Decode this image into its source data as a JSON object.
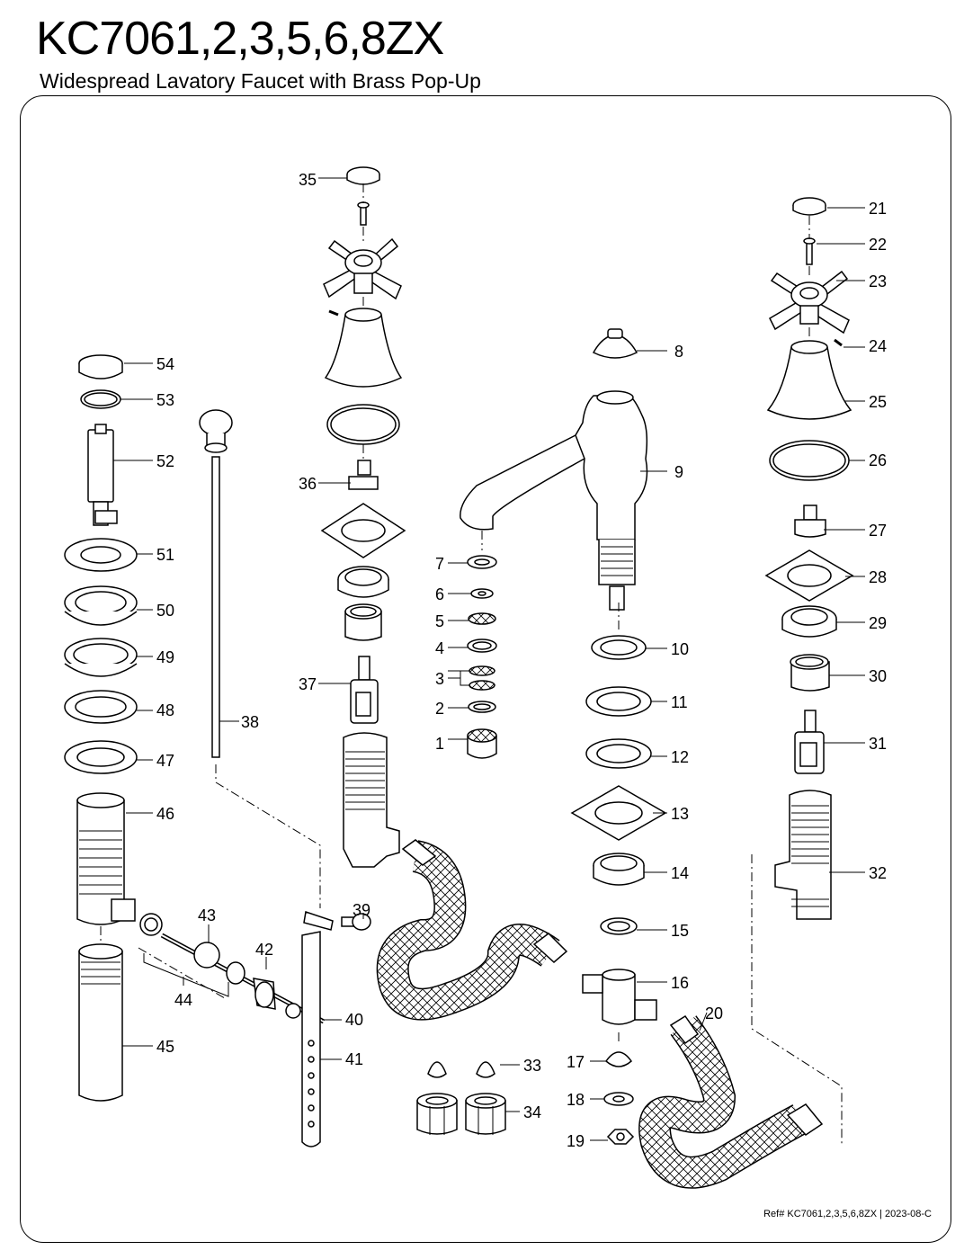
{
  "title": "KC7061,2,3,5,6,8ZX",
  "subtitle": "Widespread Lavatory Faucet with Brass Pop-Up",
  "reference": "Ref# KC7061,2,3,5,6,8ZX | 2023-08-C",
  "part_labels": {
    "p1": "1",
    "p2": "2",
    "p3": "3",
    "p4": "4",
    "p5": "5",
    "p6": "6",
    "p7": "7",
    "p8": "8",
    "p9": "9",
    "p10": "10",
    "p11": "11",
    "p12": "12",
    "p13": "13",
    "p14": "14",
    "p15": "15",
    "p16": "16",
    "p17": "17",
    "p18": "18",
    "p19": "19",
    "p20": "20",
    "p21": "21",
    "p22": "22",
    "p23": "23",
    "p24": "24",
    "p25": "25",
    "p26": "26",
    "p27": "27",
    "p28": "28",
    "p29": "29",
    "p30": "30",
    "p31": "31",
    "p32": "32",
    "p33": "33",
    "p34": "34",
    "p35": "35",
    "p36": "36",
    "p37": "37",
    "p38": "38",
    "p39": "39",
    "p40": "40",
    "p41": "41",
    "p42": "42",
    "p43": "43",
    "p44": "44",
    "p45": "45",
    "p46": "46",
    "p47": "47",
    "p48": "48",
    "p49": "49",
    "p50": "50",
    "p51": "51",
    "p52": "52",
    "p53": "53",
    "p54": "54"
  }
}
